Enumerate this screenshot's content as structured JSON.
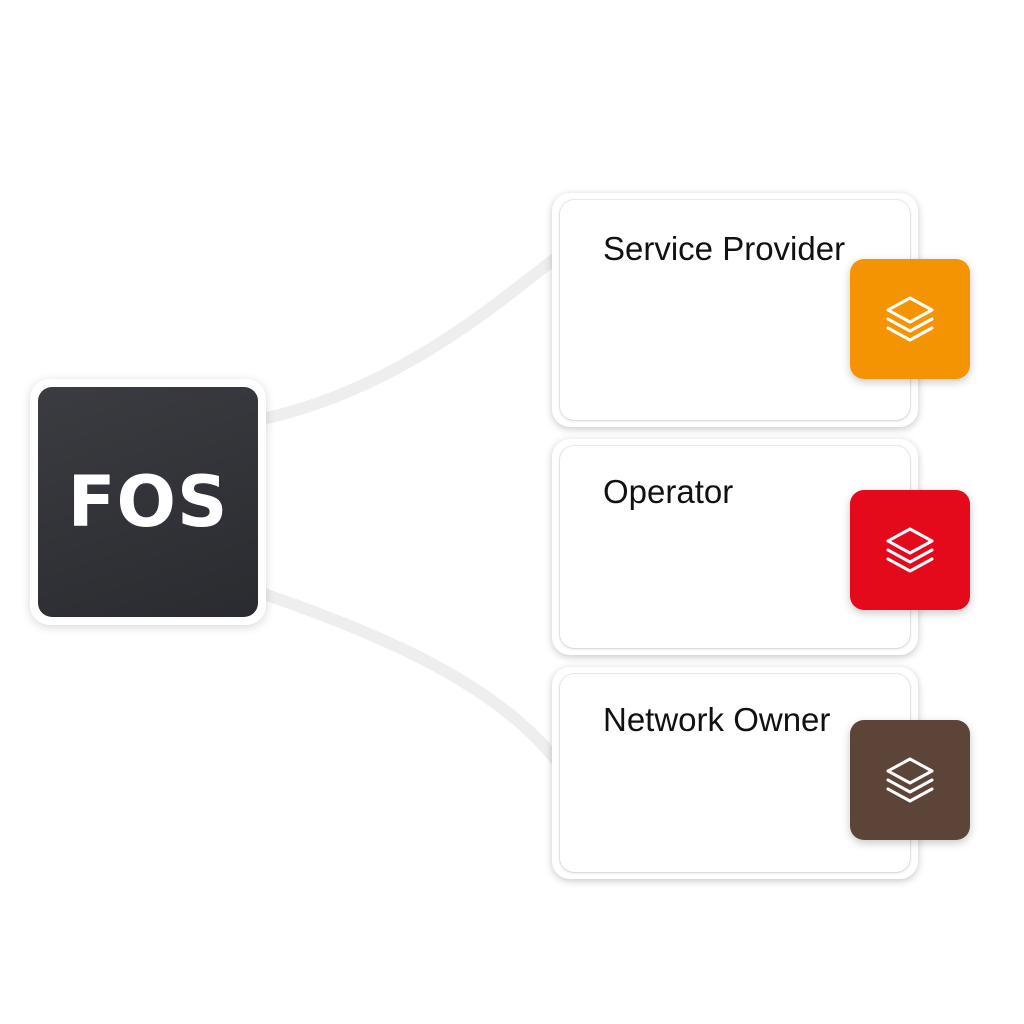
{
  "center": {
    "label": "FOS"
  },
  "cards": [
    {
      "label": "Service Provider",
      "icon": "layers-icon",
      "color": "#f59403"
    },
    {
      "label": "Operator",
      "icon": "layers-icon",
      "color": "#e5091c"
    },
    {
      "label": "Network Owner",
      "icon": "layers-icon",
      "color": "#5d4438"
    }
  ]
}
